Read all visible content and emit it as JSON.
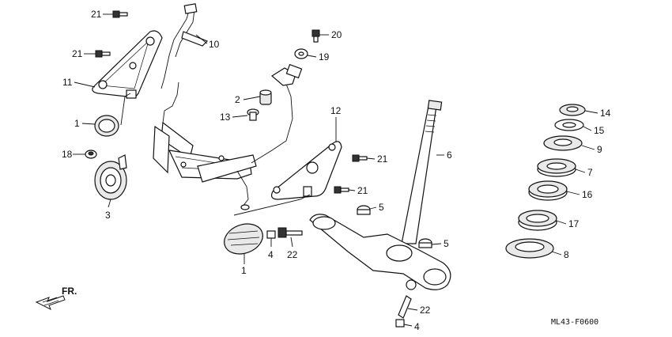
{
  "diagram_code": "ML43-F0600",
  "front_arrow_label": "FR.",
  "callouts": [
    "21",
    "10",
    "21",
    "11",
    "1",
    "18",
    "3",
    "2",
    "13",
    "20",
    "19",
    "12",
    "21",
    "21",
    "6",
    "5",
    "5",
    "4",
    "22",
    "1",
    "22",
    "4",
    "14",
    "15",
    "9",
    "7",
    "16",
    "17",
    "8"
  ]
}
